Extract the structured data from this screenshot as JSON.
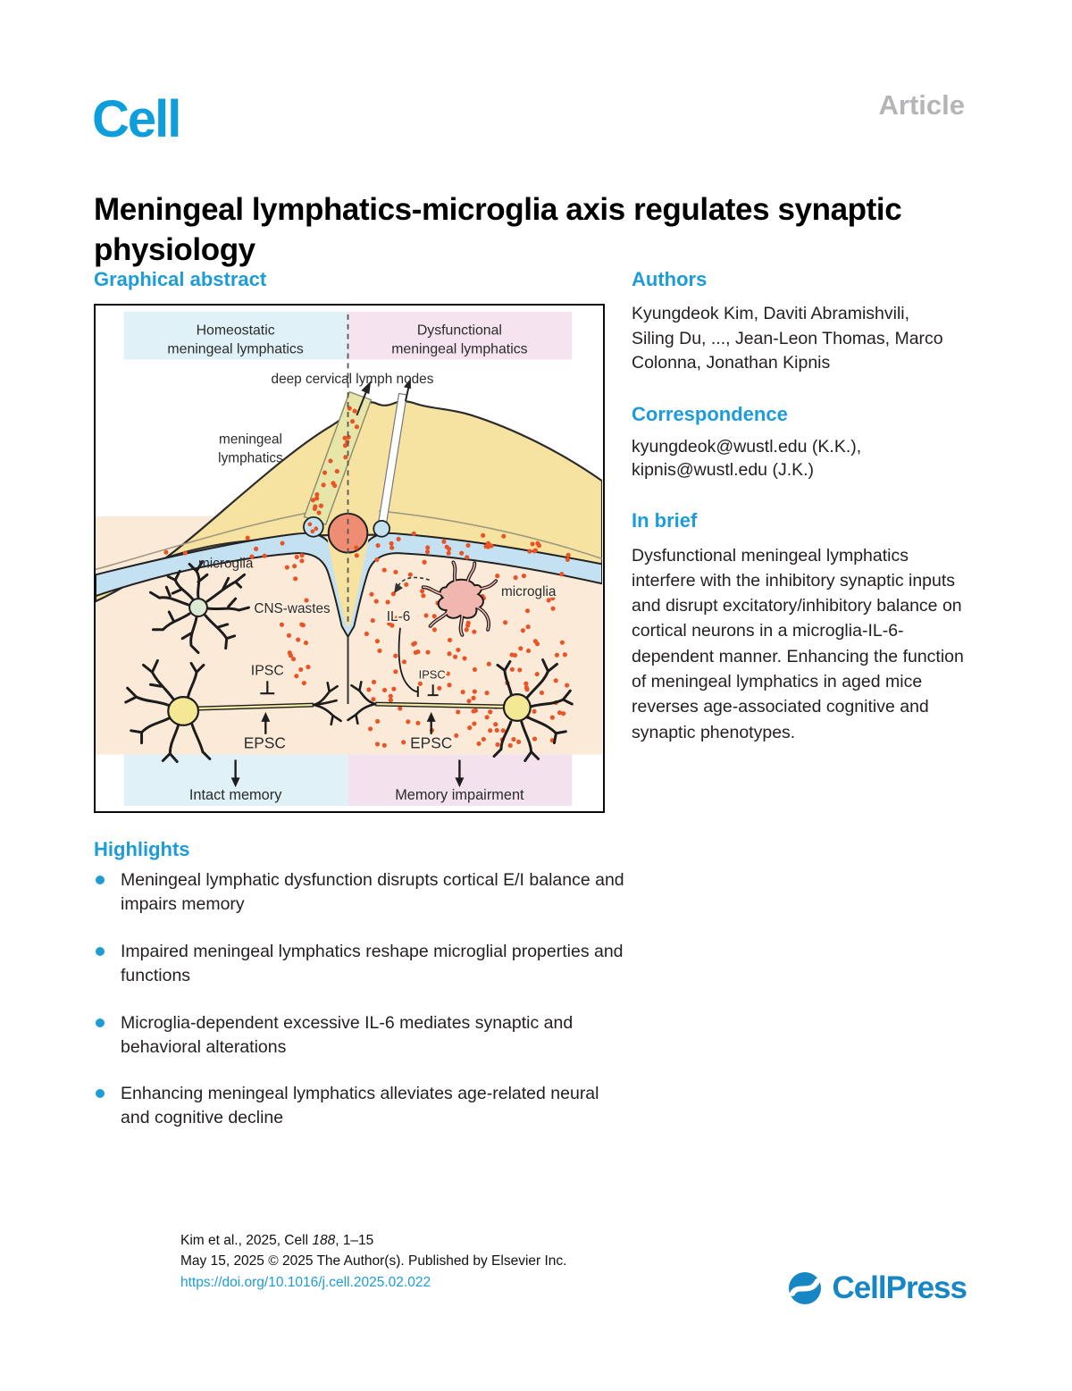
{
  "header": {
    "journal": "Cell",
    "article_label": "Article",
    "title": "Meningeal lymphatics-microglia axis regulates synaptic physiology"
  },
  "section_labels": {
    "graphical_abstract": "Graphical abstract",
    "authors": "Authors",
    "correspondence": "Correspondence",
    "in_brief": "In brief",
    "highlights": "Highlights"
  },
  "authors": {
    "names": "Kyungdeok Kim, Daviti Abramishvili, Siling Du, ..., Jean-Leon Thomas, Marco Colonna, Jonathan Kipnis"
  },
  "correspondence": {
    "email_line1": "kyungdeok@wustl.edu (K.K.),",
    "email_line2": "kipnis@wustl.edu (J.K.)"
  },
  "in_brief": {
    "text": "Dysfunctional meningeal lymphatics interfere with the inhibitory synaptic inputs and disrupt excitatory/inhibitory balance on cortical neurons in a microglia-IL-6-dependent manner. Enhancing the function of meningeal lymphatics in aged mice reverses age-associated cognitive and synaptic phenotypes."
  },
  "highlights": {
    "items": [
      "Meningeal lymphatic dysfunction disrupts cortical E/I balance and impairs memory",
      "Impaired meningeal lymphatics reshape microglial properties and functions",
      "Microglia-dependent excessive IL-6 mediates synaptic and behavioral alterations",
      "Enhancing meningeal lymphatics alleviates age-related neural and cognitive decline"
    ]
  },
  "abstract_figure": {
    "homeostatic_line1": "Homeostatic",
    "homeostatic_line2": "meningeal lymphatics",
    "dysfunctional_line1": "Dysfunctional",
    "dysfunctional_line2": "meningeal lymphatics",
    "dcln_label": "deep cervical lymph nodes",
    "meningeal_line1": "meningeal",
    "meningeal_line2": "lymphatics",
    "microglia_left": "microglia",
    "microglia_right": "microglia",
    "cns_wastes": "CNS-wastes",
    "il6": "IL-6",
    "ipsc_left": "IPSC",
    "ipsc_right": "IPSC",
    "epsc_left": "EPSC",
    "epsc_right": "EPSC",
    "intact_memory": "Intact memory",
    "memory_impairment": "Memory impairment"
  },
  "footer": {
    "citation_prefix": "Kim et al., 2025, Cell ",
    "citation_volume": "188",
    "citation_suffix": ", 1–15",
    "line2": "May 15, 2025 © 2025 The Author(s). Published by Elsevier Inc.",
    "doi": "https://doi.org/10.1016/j.cell.2025.02.022",
    "publisher": "CellPress"
  },
  "colors": {
    "accent_blue": "#1d9cd8",
    "article_gray": "#b5b5b7",
    "cellpress_blue": "#1686c5",
    "dot_orange": "#e95426",
    "band_blue": "#e0f1f8",
    "band_pink": "#f3e2ee",
    "skull_yellow": "#f6e2a1",
    "csf_blue": "#c4e1f1",
    "parenchyma": "#fcead9",
    "sinus_red": "#ee8d74"
  }
}
